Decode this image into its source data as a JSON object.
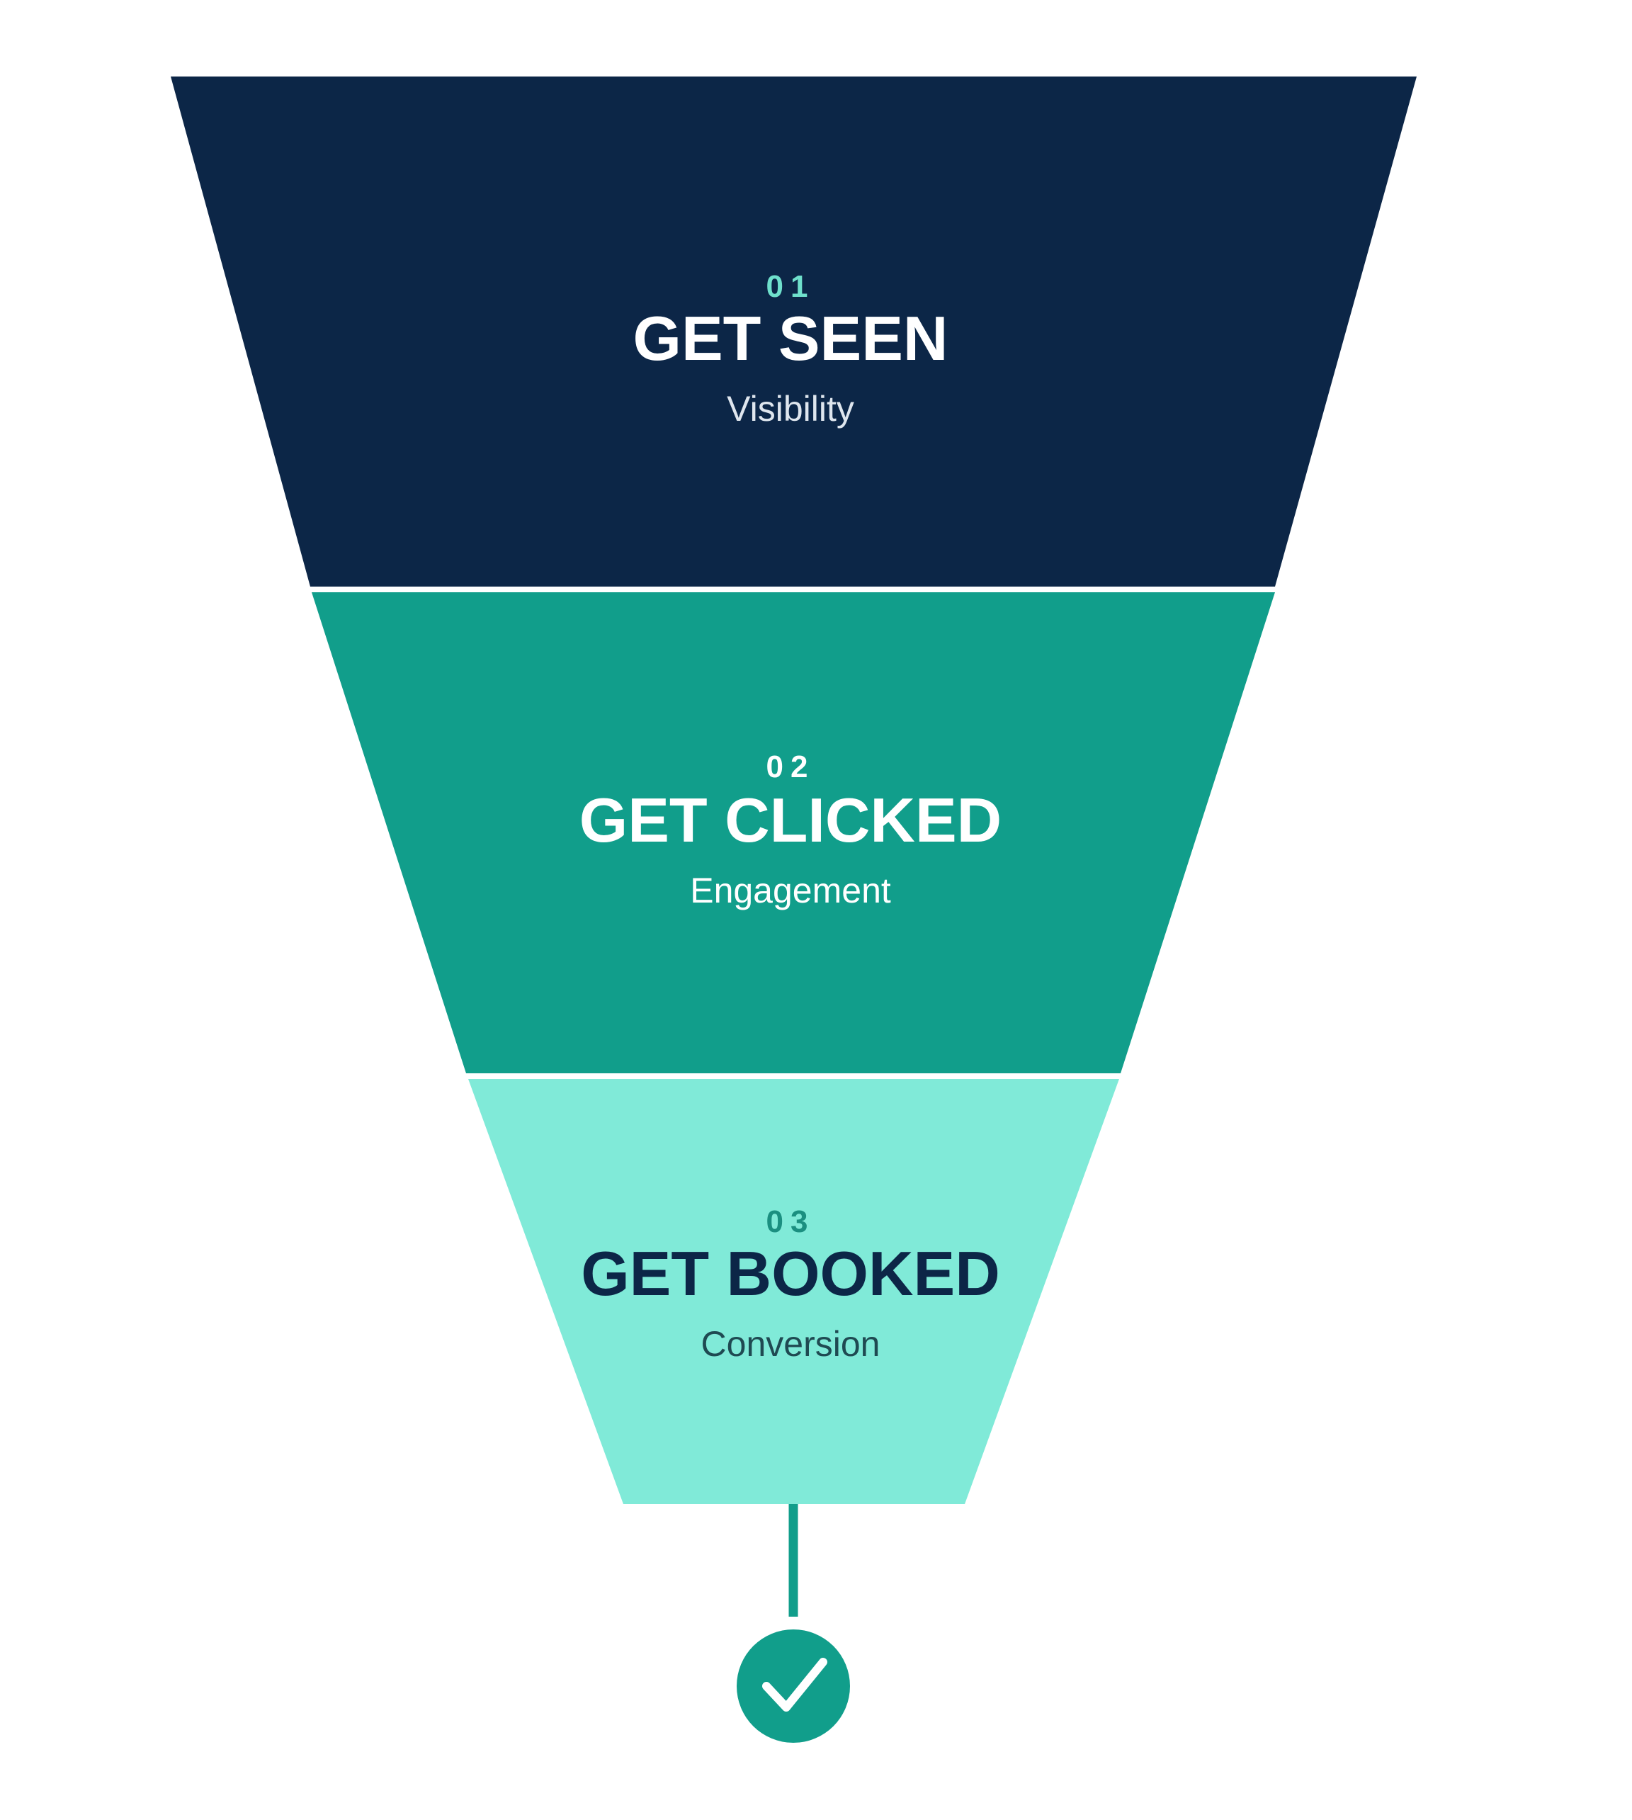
{
  "funnel": {
    "stages": [
      {
        "number": "01",
        "title": "GET SEEN",
        "subtitle": "Visibility",
        "fill": "#0c2647",
        "number_color": "#6fe0cc",
        "title_color": "#ffffff",
        "subtitle_color": "#dfe6ee"
      },
      {
        "number": "02",
        "title": "GET CLICKED",
        "subtitle": "Engagement",
        "fill": "#119e8b",
        "number_color": "#ffffff",
        "title_color": "#ffffff",
        "subtitle_color": "#ffffff"
      },
      {
        "number": "03",
        "title": "GET BOOKED",
        "subtitle": "Conversion",
        "fill": "#80ead8",
        "number_color": "#1b8f80",
        "title_color": "#0c2647",
        "subtitle_color": "#1f4a52"
      }
    ],
    "goal": {
      "icon": "check-circle-icon",
      "color": "#119e8b"
    }
  }
}
